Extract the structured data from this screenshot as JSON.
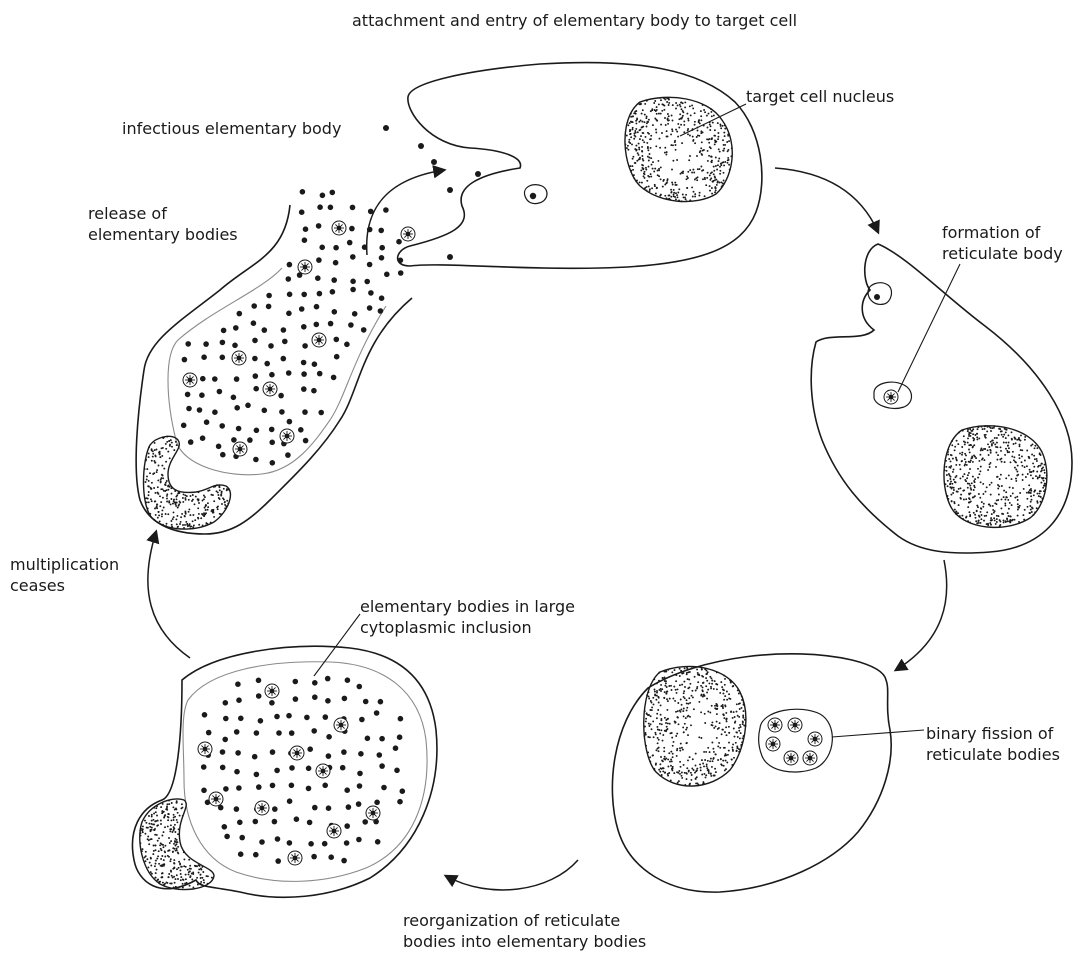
{
  "labels": {
    "attachment": "attachment and entry of elementary body to target cell",
    "infectious_eb": "infectious elementary body",
    "target_nucleus": "target cell nucleus",
    "release": [
      "release of",
      "elementary bodies"
    ],
    "formation_rb": [
      "formation of",
      "reticulate body"
    ],
    "binary_fission": [
      "binary fission of",
      "reticulate bodies"
    ],
    "multiplication_ceases": [
      "multiplication",
      "ceases"
    ],
    "eb_inclusion": [
      "elementary bodies in large",
      "cytoplasmic inclusion"
    ],
    "reorganization": [
      "reorganization of reticulate",
      "bodies into elementary bodies"
    ]
  },
  "colors": {
    "stroke": "#1a1a1a",
    "membrane_inner": "#8a8a8a",
    "background": "#ffffff"
  }
}
